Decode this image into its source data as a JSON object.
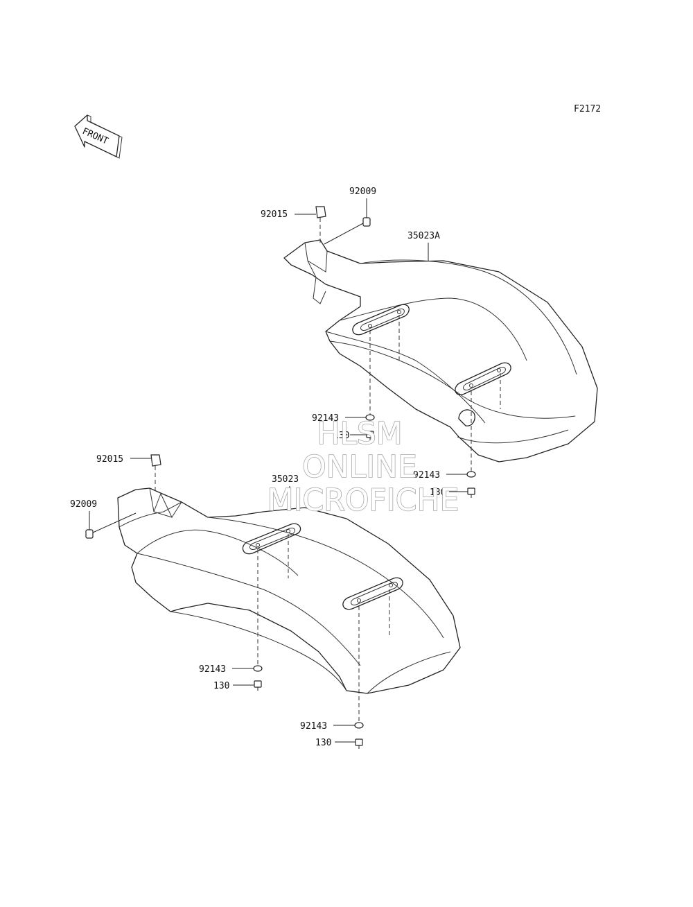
{
  "figure_code": "F2172",
  "front_arrow_label": "FRONT",
  "watermark": {
    "line1": "HLSM",
    "line2": "ONLINE",
    "line3": "MICROFICHE"
  },
  "callouts": {
    "upper_clip": "92015",
    "upper_screw": "92009",
    "upper_fender": "35023A",
    "upper_washer_left": "92143",
    "upper_bolt_left": "130",
    "upper_washer_right": "92143",
    "upper_bolt_right": "130",
    "lower_clip": "92015",
    "lower_screw": "92009",
    "lower_fender": "35023",
    "lower_washer_left": "92143",
    "lower_bolt_left": "130",
    "lower_washer_right": "92143",
    "lower_bolt_right": "130"
  }
}
